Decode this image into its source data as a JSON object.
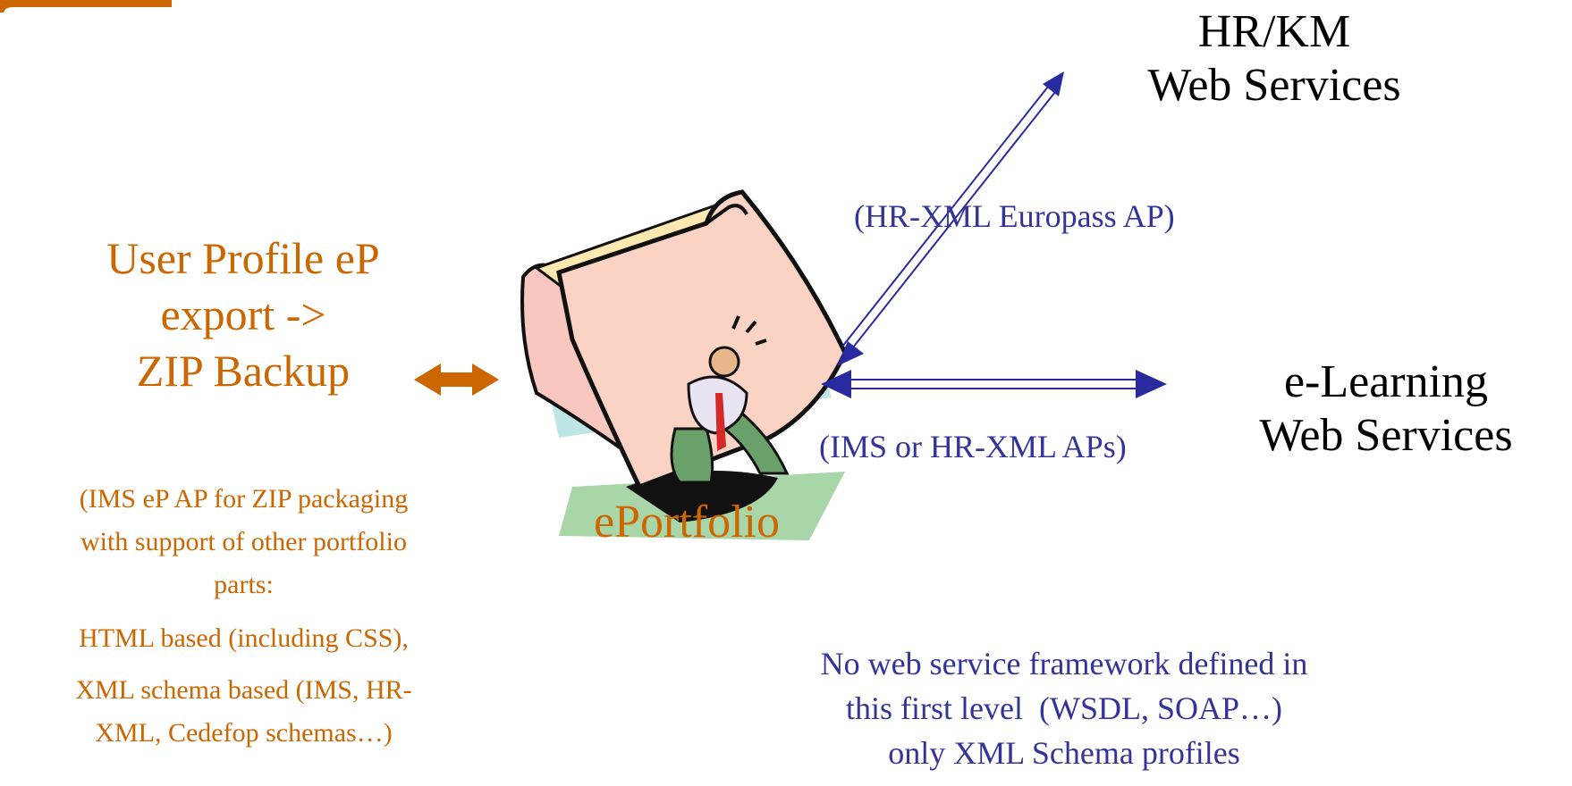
{
  "colors": {
    "orange": "#cc6600",
    "blue": "#333399",
    "arrow_blue": "#2a2aa0",
    "text_black": "#000000"
  },
  "clipart": {
    "icon": "person-carrying-folder-icon"
  },
  "hrkm": {
    "line1": "HR/KM",
    "line2": "Web Services"
  },
  "hrxml_label": "(HR-XML Europass AP)",
  "user_profile": {
    "line1": "User Profile eP",
    "line2": "export ->",
    "line3": "ZIP Backup"
  },
  "ims_note": {
    "line1": "(IMS eP AP for ZIP packaging",
    "line2": "with support of other portfolio",
    "line3": "parts:",
    "line4": "HTML based (including CSS),",
    "line5": "XML schema based (IMS, HR-",
    "line6": "XML, Cedefop schemas…)"
  },
  "eportfolio_label": "ePortfolio",
  "elearning": {
    "line1": "e-Learning",
    "line2": "Web Services"
  },
  "ims_hrxml_label": "(IMS or HR-XML APs)",
  "framework_note": {
    "line1": "No web service framework defined in",
    "line2": "this first level  (WSDL, SOAP…)",
    "line3": "only XML Schema profiles"
  }
}
